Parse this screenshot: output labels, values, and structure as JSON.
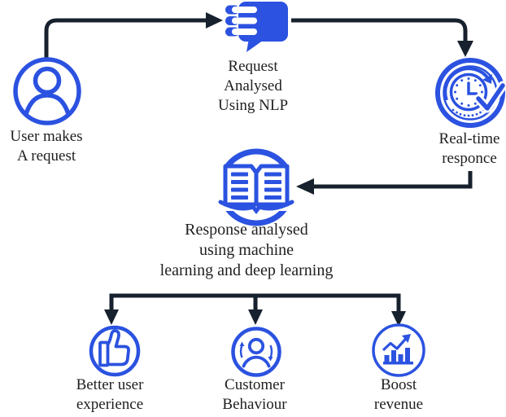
{
  "diagram": {
    "background": "#ffffff",
    "colors": {
      "icon_blue": "#2b52e0",
      "arrow_dark": "#17212d",
      "text": "#1f1f1f"
    },
    "nodes": [
      {
        "id": "user",
        "icon": "user-icon",
        "label": "User makes\nA request"
      },
      {
        "id": "nlp",
        "icon": "chat-message-icon",
        "label": "Request\nAnalysed\nUsing NLP"
      },
      {
        "id": "realtime",
        "icon": "realtime-clock-icon",
        "label": "Real-time\nresponce"
      },
      {
        "id": "ml",
        "icon": "open-book-icon",
        "label": "Response analysed\nusing machine\nlearning and deep learning"
      },
      {
        "id": "better-user",
        "icon": "thumbs-up-icon",
        "label": "Better user\nexperience"
      },
      {
        "id": "customer",
        "icon": "customer-behaviour-icon",
        "label": "Customer\nBehaviour"
      },
      {
        "id": "boost",
        "icon": "revenue-growth-icon",
        "label": "Boost\nrevenue"
      }
    ],
    "edges": [
      {
        "from": "user",
        "to": "nlp"
      },
      {
        "from": "nlp",
        "to": "realtime"
      },
      {
        "from": "realtime",
        "to": "ml"
      },
      {
        "from": "ml",
        "to": "better-user"
      },
      {
        "from": "ml",
        "to": "customer"
      },
      {
        "from": "ml",
        "to": "boost"
      }
    ]
  }
}
